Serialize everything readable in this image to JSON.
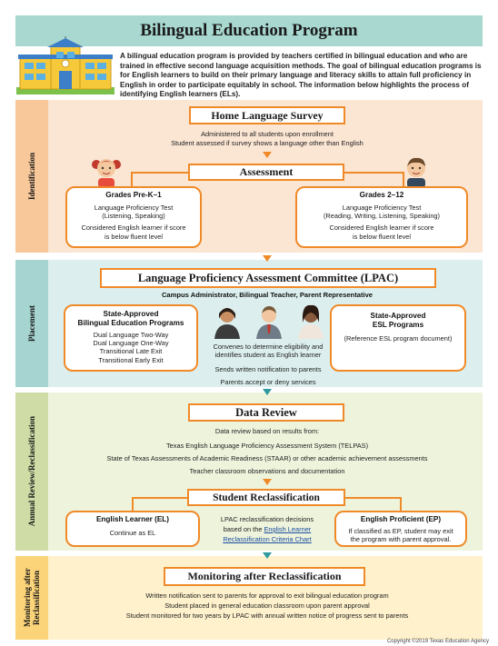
{
  "title": "Bilingual Education Program",
  "intro": "A bilingual education program is provided by teachers certified in bilingual education and who are trained in effective second language acquisition methods. The goal of bilingual education programs is for English learners to build on their primary language and literacy skills to attain full proficiency in English in order to participate equitably in school. The information below highlights the process of identifying English learners (ELs).",
  "sides": {
    "identification": "Identification",
    "placement": "Placement",
    "annual": "Annual Review/Reclassification",
    "monitoring": "Monitoring after Reclassification"
  },
  "home_survey": {
    "title": "Home Language Survey",
    "line1": "Administered to all students upon enrollment",
    "line2": "Student assessed if survey shows a language other than English"
  },
  "assessment": {
    "title": "Assessment",
    "left": {
      "heading": "Grades Pre-K–1",
      "test1": "Language Proficiency Test",
      "test2": "(Listening, Speaking)",
      "note1": "Considered English learner if score",
      "note2": "is below fluent level"
    },
    "right": {
      "heading": "Grades 2–12",
      "test1": "Language Proficiency Test",
      "test2": "(Reading, Writing, Listening, Speaking)",
      "note1": "Considered English learner if score",
      "note2": "is below fluent level"
    }
  },
  "lpac": {
    "title": "Language Proficiency Assessment Committee (LPAC)",
    "members": "Campus Administrator, Bilingual Teacher, Parent Representative",
    "bilingual": {
      "heading1": "State-Approved",
      "heading2": "Bilingual Education Programs",
      "items": [
        "Dual Language Two-Way",
        "Dual Language One-Way",
        "Transitional Late Exit",
        "Transitional Early Exit"
      ]
    },
    "esl": {
      "heading1": "State-Approved",
      "heading2": "ESL Programs",
      "note": "(Reference ESL program document)"
    },
    "center": {
      "l1": "Convenes to determine eligibility and",
      "l2": "identifies student as English learner",
      "l3": "Sends written notification to parents",
      "l4": "Parents accept or deny services"
    }
  },
  "data_review": {
    "title": "Data Review",
    "l1": "Data review based on results from:",
    "l2": "Texas English Language Proficiency Assessment System (TELPAS)",
    "l3": "State of Texas Assessments of Academic Readiness (STAAR) or other academic achievement assessments",
    "l4": "Teacher classroom observations and documentation"
  },
  "reclass": {
    "title": "Student Reclassification",
    "el": {
      "heading": "English Learner (EL)",
      "note": "Continue as EL"
    },
    "center": {
      "l1": "LPAC reclassification decisions",
      "l2": "based on the ",
      "link1": "English Learner",
      "link2": "Reclassification Criteria Chart"
    },
    "ep": {
      "heading": "English Proficient (EP)",
      "l1": "If classified as EP, student may exit",
      "l2": "the program with parent approval."
    }
  },
  "monitoring": {
    "title": "Monitoring after Reclassification",
    "l1": "Written notification sent to parents for approval to exit bilingual education program",
    "l2": "Student placed in general education classroom upon parent approval",
    "l3": "Student monitored for two years by LPAC with annual written notice of progress sent to parents"
  },
  "copyright": "Copyright ©2019 Texas Education Agency",
  "colors": {
    "title_bg": "#a8d8d0",
    "orange": "#f08a28",
    "identification_bg": "#fbe5d3",
    "identification_side": "#f8c89a",
    "placement_bg": "#dcefee",
    "placement_side": "#a6d5d1",
    "annual_bg": "#eef3dc",
    "annual_side": "#cfdca6",
    "monitoring_bg": "#fff1cc",
    "monitoring_side": "#fbd47a"
  }
}
